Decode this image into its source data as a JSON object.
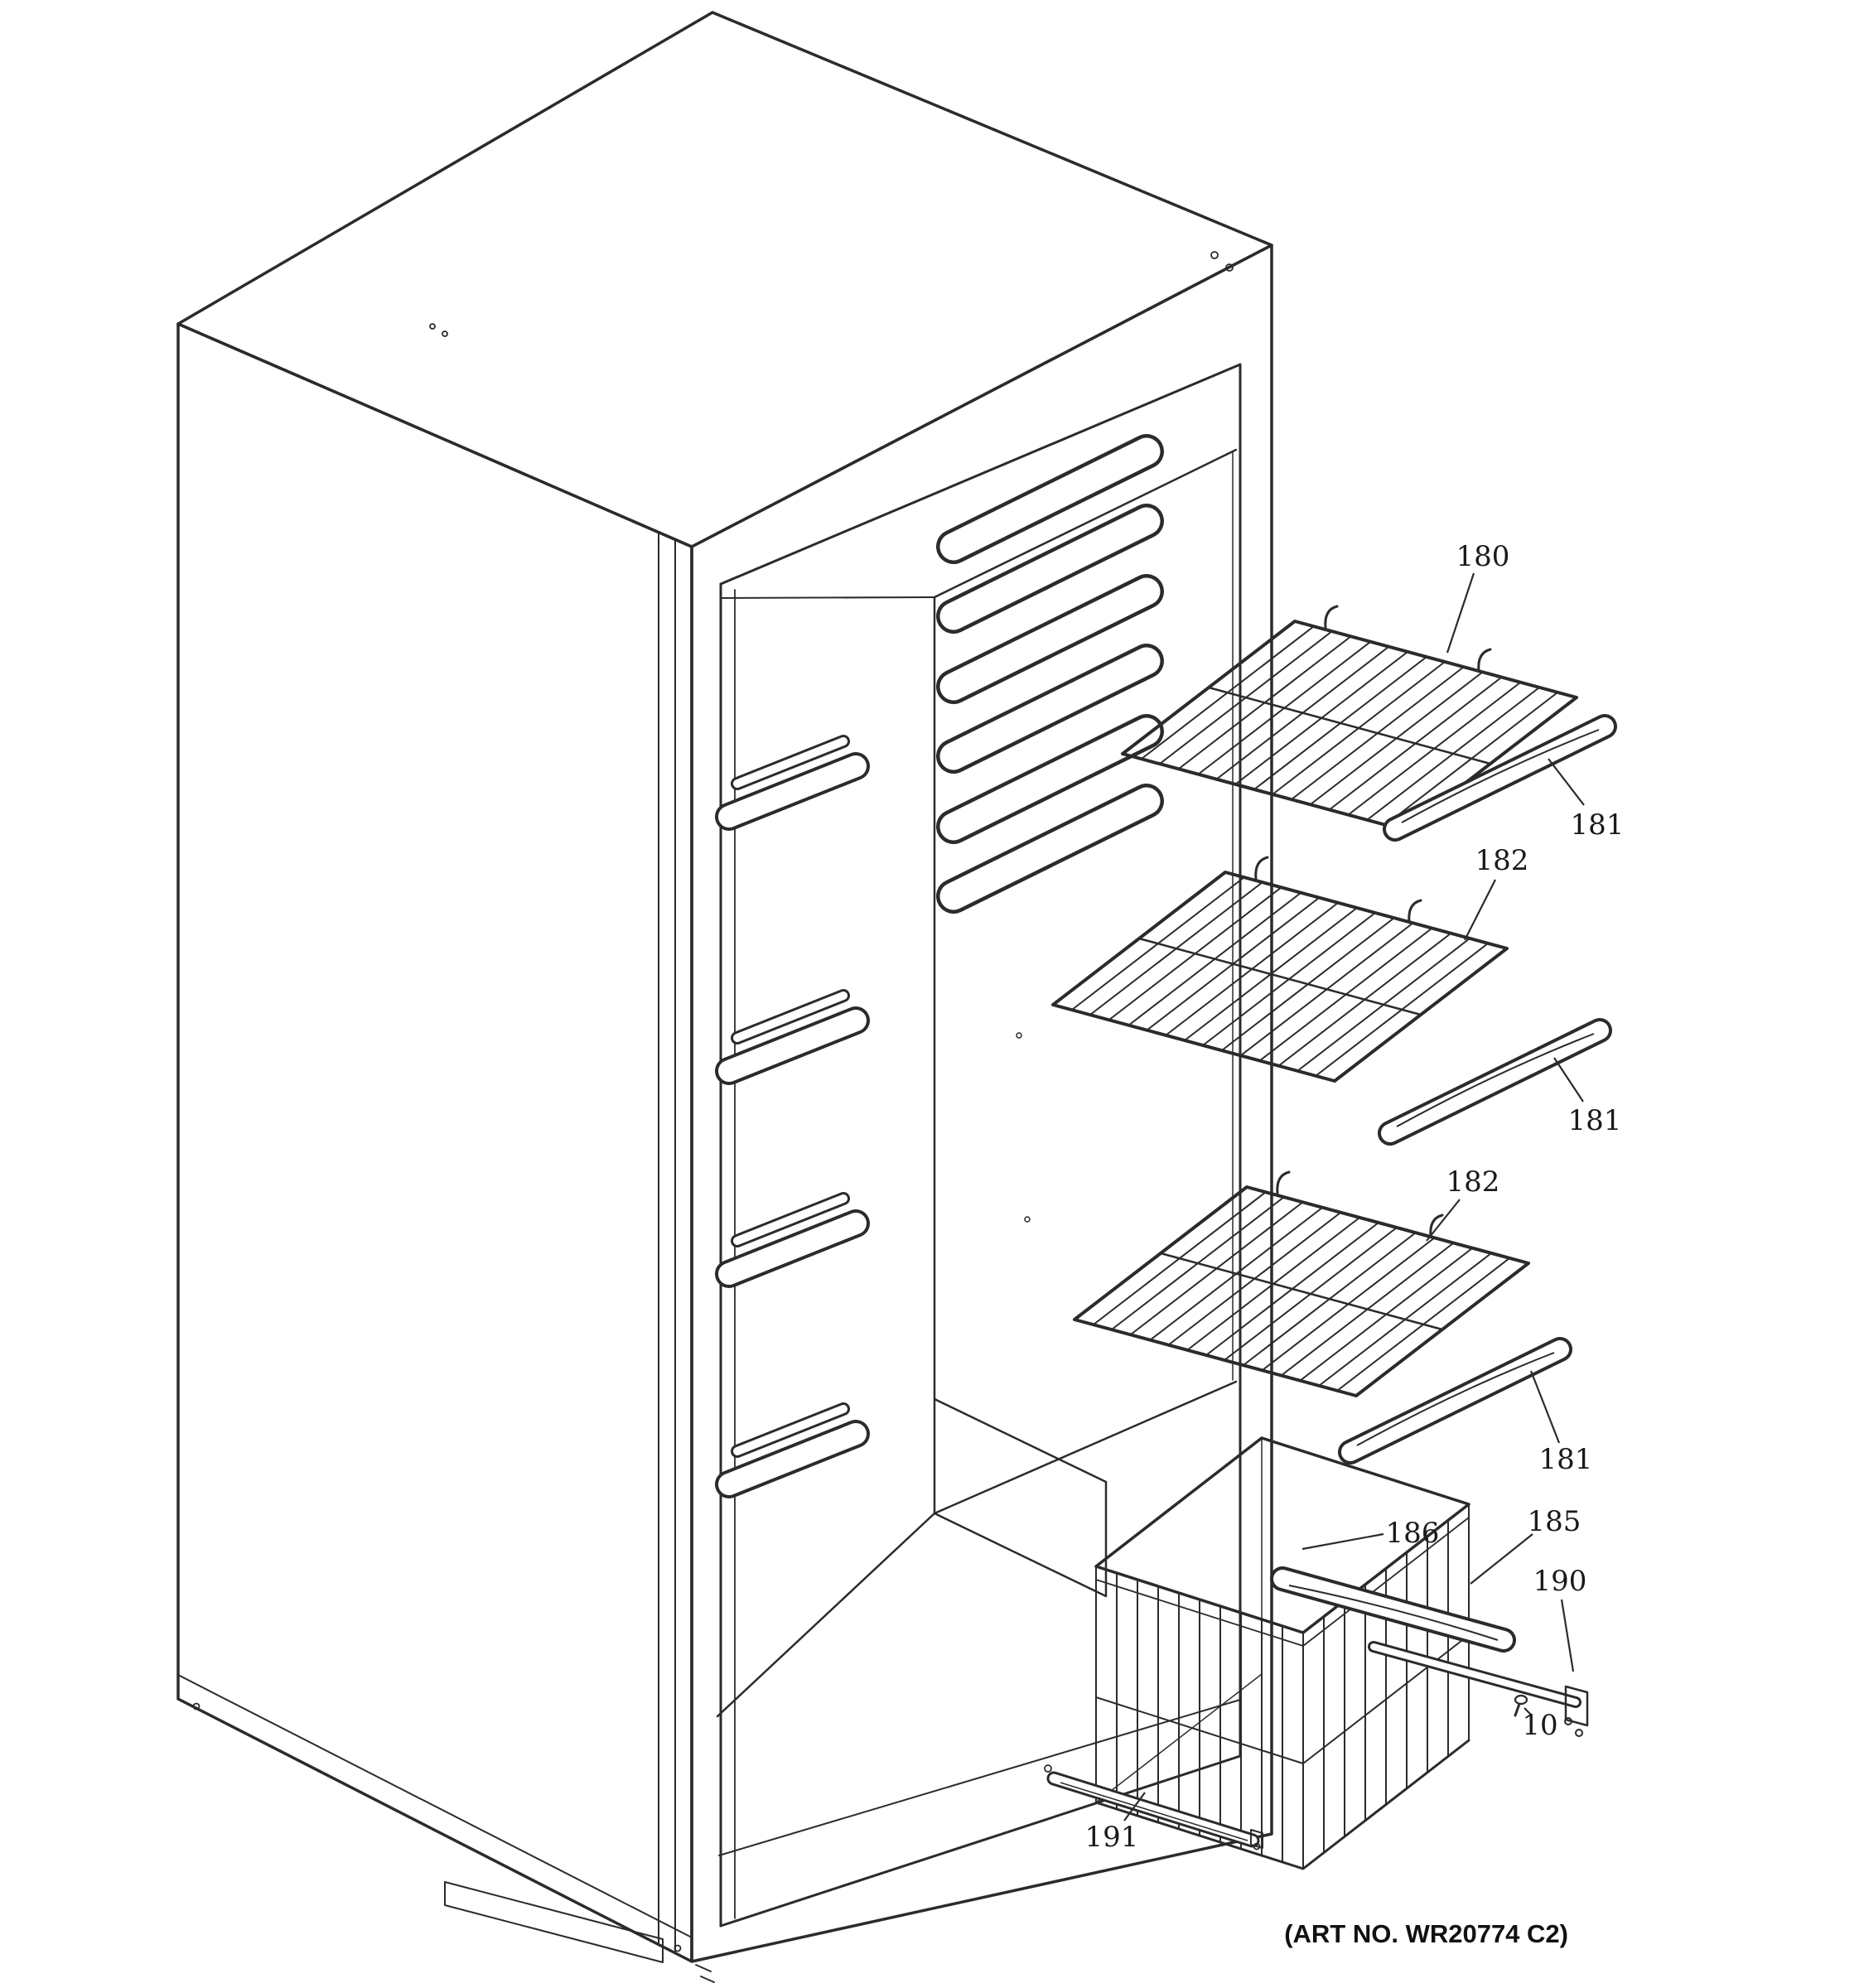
{
  "meta": {
    "art_no": "(ART NO. WR20774 C2)"
  },
  "colors": {
    "line": "#2b2b2b",
    "background": "#ffffff",
    "label_text": "#1a1a1a"
  },
  "callouts": [
    {
      "part": "wire-shelf-top",
      "text": "180"
    },
    {
      "part": "shelf-trim-top",
      "text": "181"
    },
    {
      "part": "wire-shelf-middle",
      "text": "182"
    },
    {
      "part": "shelf-trim-middle",
      "text": "181"
    },
    {
      "part": "wire-shelf-bottom",
      "text": "182"
    },
    {
      "part": "shelf-trim-bottom",
      "text": "181"
    },
    {
      "part": "freezer-basket",
      "text": "186"
    },
    {
      "part": "basket-trim",
      "text": "185"
    },
    {
      "part": "basket-slide-rail",
      "text": "190"
    },
    {
      "part": "screw",
      "text": "10"
    },
    {
      "part": "basket-front-rail",
      "text": "191"
    }
  ]
}
